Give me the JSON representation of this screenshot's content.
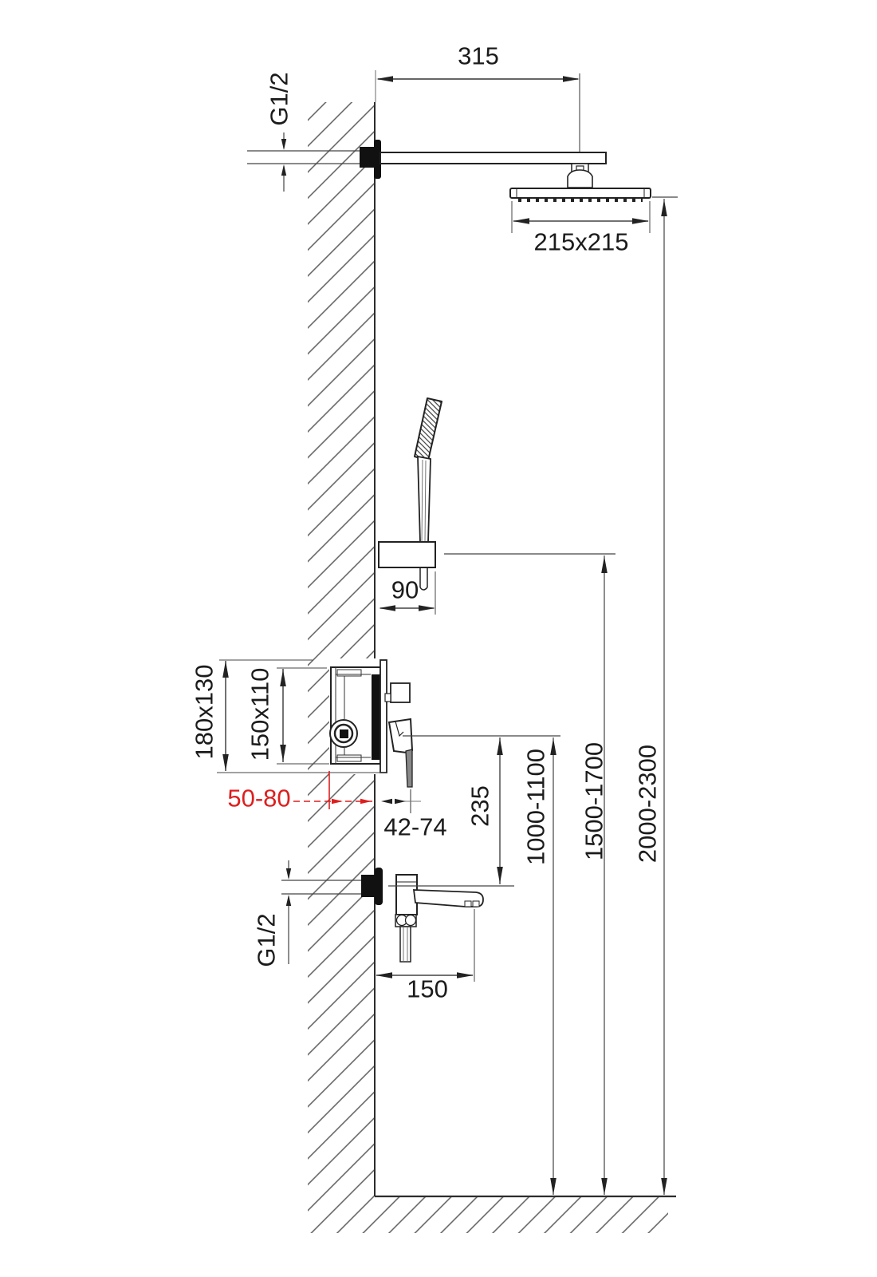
{
  "drawing_type": "shower-system-installation-dimension-diagram",
  "colors": {
    "line": "#2c2c2c",
    "accent_red": "#de1e1e",
    "background": "#ffffff"
  },
  "labels": {
    "arm_projection": "315",
    "top_thread": "G1/2",
    "head_size": "215x215",
    "holder_offset": "90",
    "rough_opening": "180x130",
    "valve_box": "150x110",
    "embed_depth": "50-80",
    "trim_depth": "42-74",
    "spout_drop": "235",
    "valve_height": "1000-1100",
    "holder_height": "1500-1700",
    "head_height": "2000-2300",
    "spout_thread": "G1/2",
    "spout_reach": "150"
  }
}
